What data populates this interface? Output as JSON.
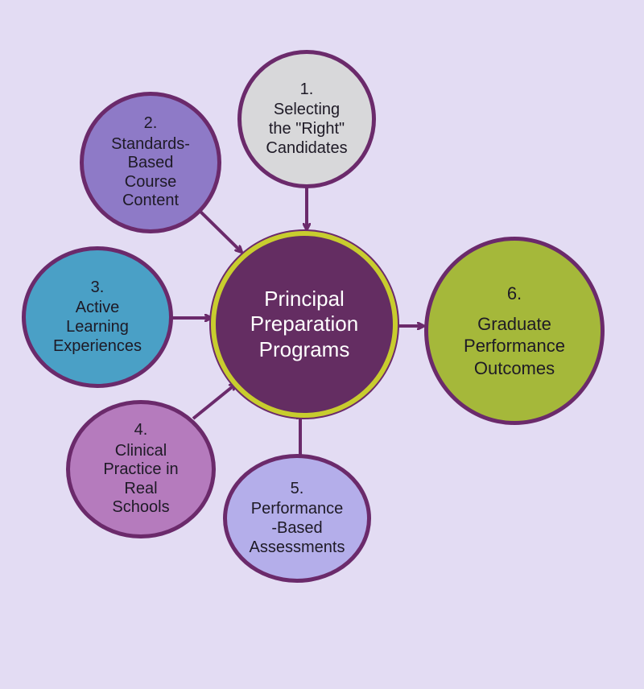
{
  "center": {
    "label": "Principal\nPreparation\nPrograms",
    "fill": "#642d62",
    "ring": "#c8cd2e"
  },
  "inputs": [
    {
      "number": "1.",
      "label": "Selecting\nthe \"Right\"\nCandidates",
      "fill": "#d8d8da"
    },
    {
      "number": "2.",
      "label": "Standards-\nBased\nCourse\nContent",
      "fill": "#8e7ac7"
    },
    {
      "number": "3.",
      "label": "Active\nLearning\nExperiences",
      "fill": "#4aa0c6"
    },
    {
      "number": "4.",
      "label": "Clinical\nPractice in\nReal\nSchools",
      "fill": "#b57bbd"
    },
    {
      "number": "5.",
      "label": "Performance\n-Based\nAssessments",
      "fill": "#b4aeea"
    }
  ],
  "output": {
    "number": "6.",
    "label": "Graduate\nPerformance\nOutcomes",
    "fill": "#a5b83a"
  },
  "colors": {
    "outline": "#6b2a6b",
    "arrow": "#6b2a6b",
    "background": "#e3dcf3"
  }
}
